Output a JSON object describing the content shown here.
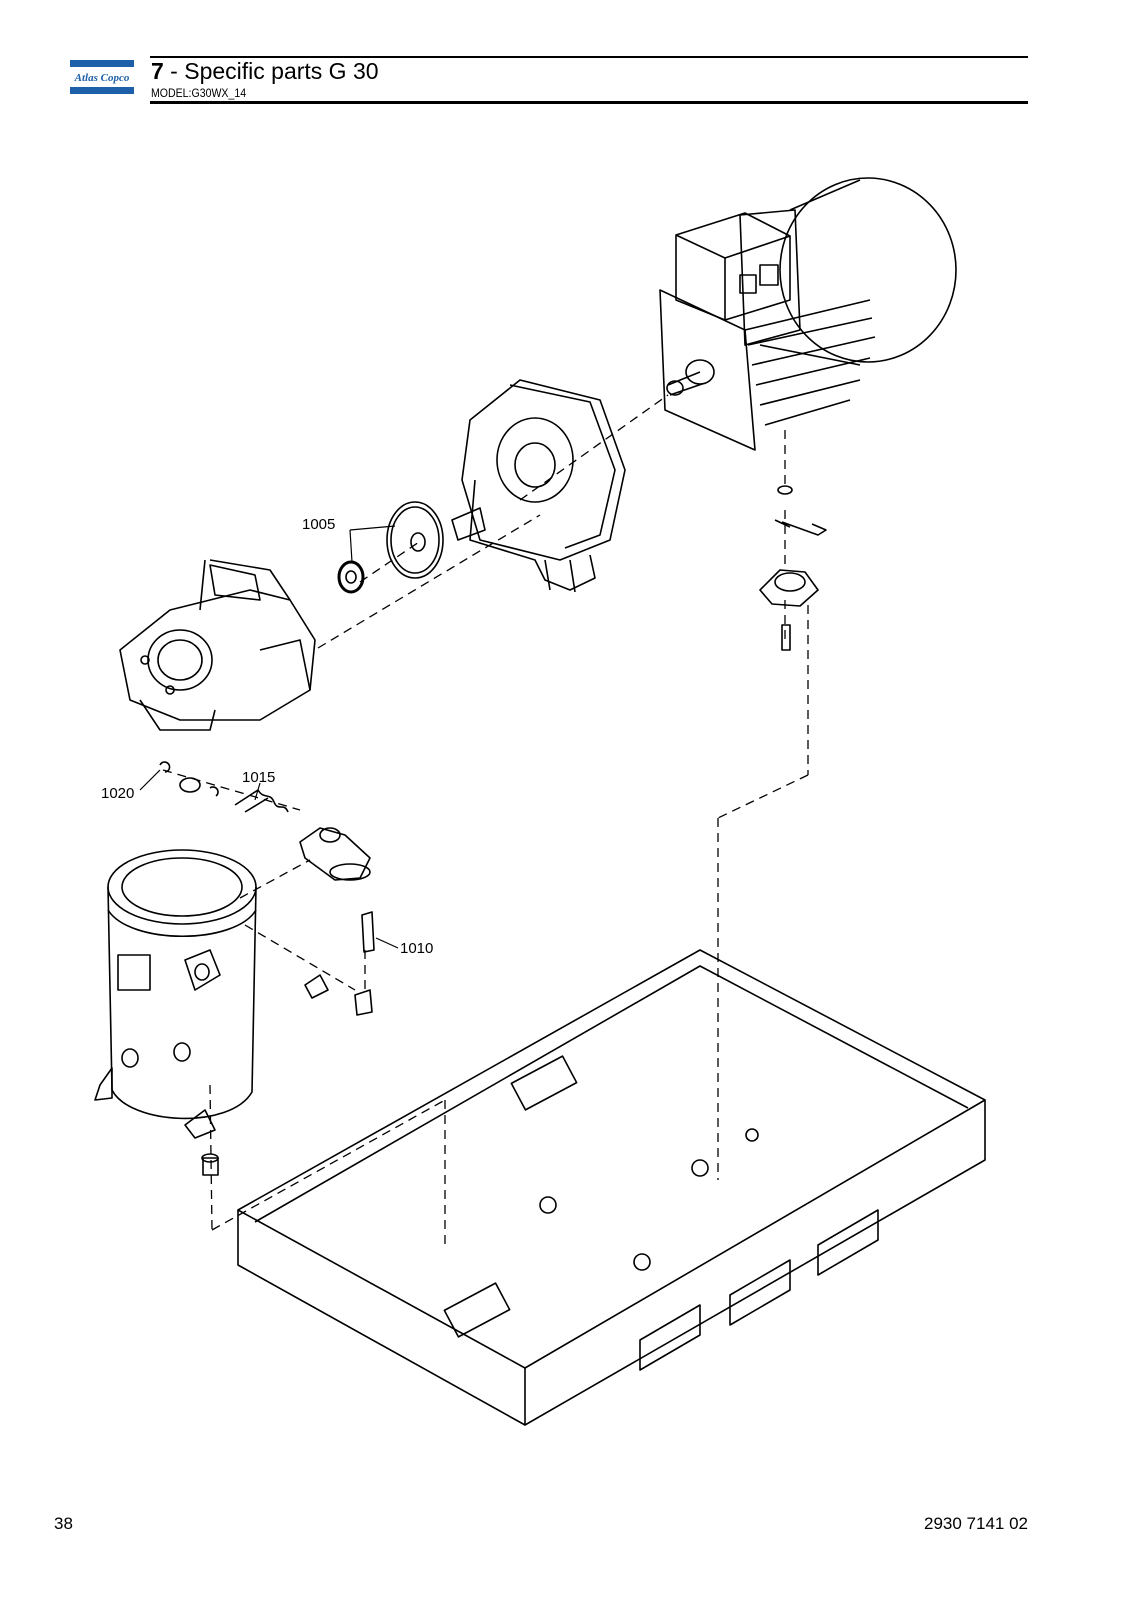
{
  "header": {
    "brand": "Atlas Copco",
    "chapter_number": "7",
    "title_rest": " - Specific parts G 30",
    "model": "MODEL:G30WX_14"
  },
  "drawing": {
    "callouts": [
      "1005",
      "1015",
      "1020",
      "1010"
    ]
  },
  "footer": {
    "page_number": "38",
    "document_number": "2930 7141 02"
  },
  "colors": {
    "brand_blue": "#1d5fa8",
    "line": "#000000"
  }
}
